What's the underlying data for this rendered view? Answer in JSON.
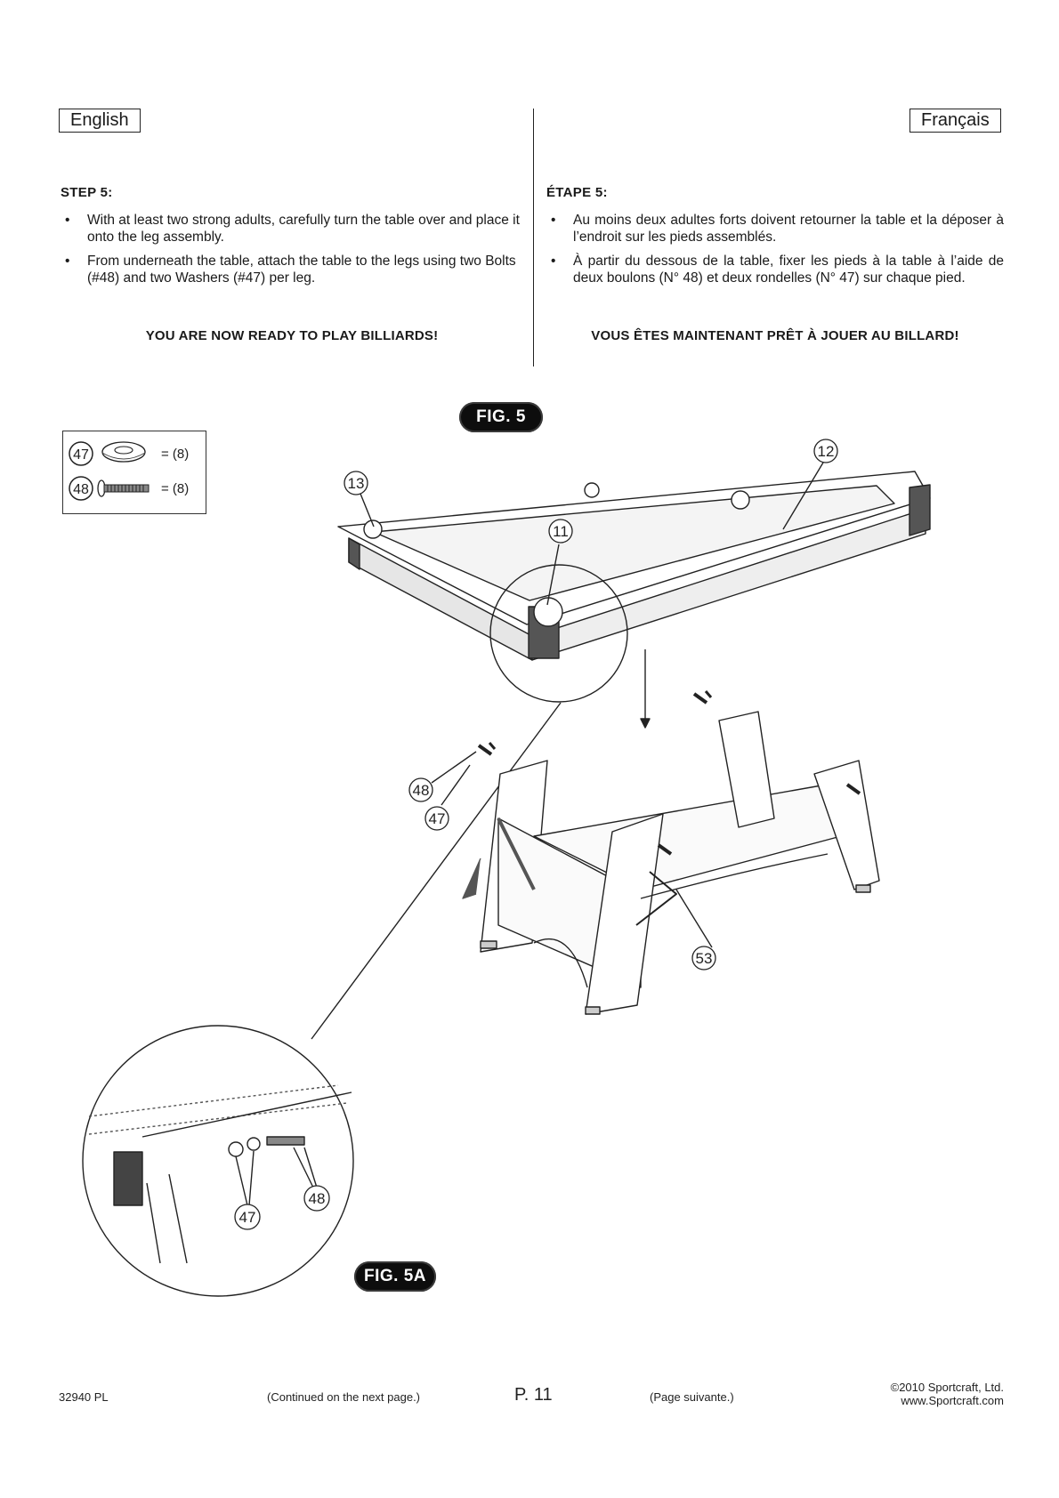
{
  "english": {
    "lang_label": "English",
    "step_heading": "STEP 5:",
    "bullets": [
      "With at least two strong adults, carefully turn the table over and place it onto the leg assembly.",
      "From underneath the table, attach the table to the legs using two Bolts (#48) and two Washers (#47) per leg."
    ],
    "ready": "YOU ARE NOW READY TO PLAY BILLIARDS!"
  },
  "french": {
    "lang_label": "Français",
    "step_heading": "ÉTAPE 5:",
    "bullets": [
      "Au moins deux adultes forts doivent retourner la table et la déposer à l’endroit sur les pieds assemblés.",
      "À partir du dessous de la table, fixer les pieds à la table à l’aide de deux boulons (N° 48) et deux rondelles (N° 47) sur chaque pied."
    ],
    "ready": "VOUS ÊTES MAINTENANT PRÊT À JOUER AU BILLARD!"
  },
  "parts": [
    {
      "number": "47",
      "qty": "= (8)",
      "icon": "washer-icon"
    },
    {
      "number": "48",
      "qty": "= (8)",
      "icon": "bolt-icon"
    }
  ],
  "figures": {
    "fig5_label": "FIG. 5",
    "fig5a_label": "FIG. 5A",
    "callouts": {
      "c13": "13",
      "c12": "12",
      "c11": "11",
      "c48": "48",
      "c47": "47",
      "c53": "53",
      "c47a": "47",
      "c48a": "48"
    }
  },
  "footer": {
    "model": "32940 PL",
    "continued": "(Continued on the next page.)",
    "page": "P. 11",
    "suivante": "(Page suivante.)",
    "copyright": "©2010 Sportcraft, Ltd.",
    "website": "www.Sportcraft.com"
  }
}
